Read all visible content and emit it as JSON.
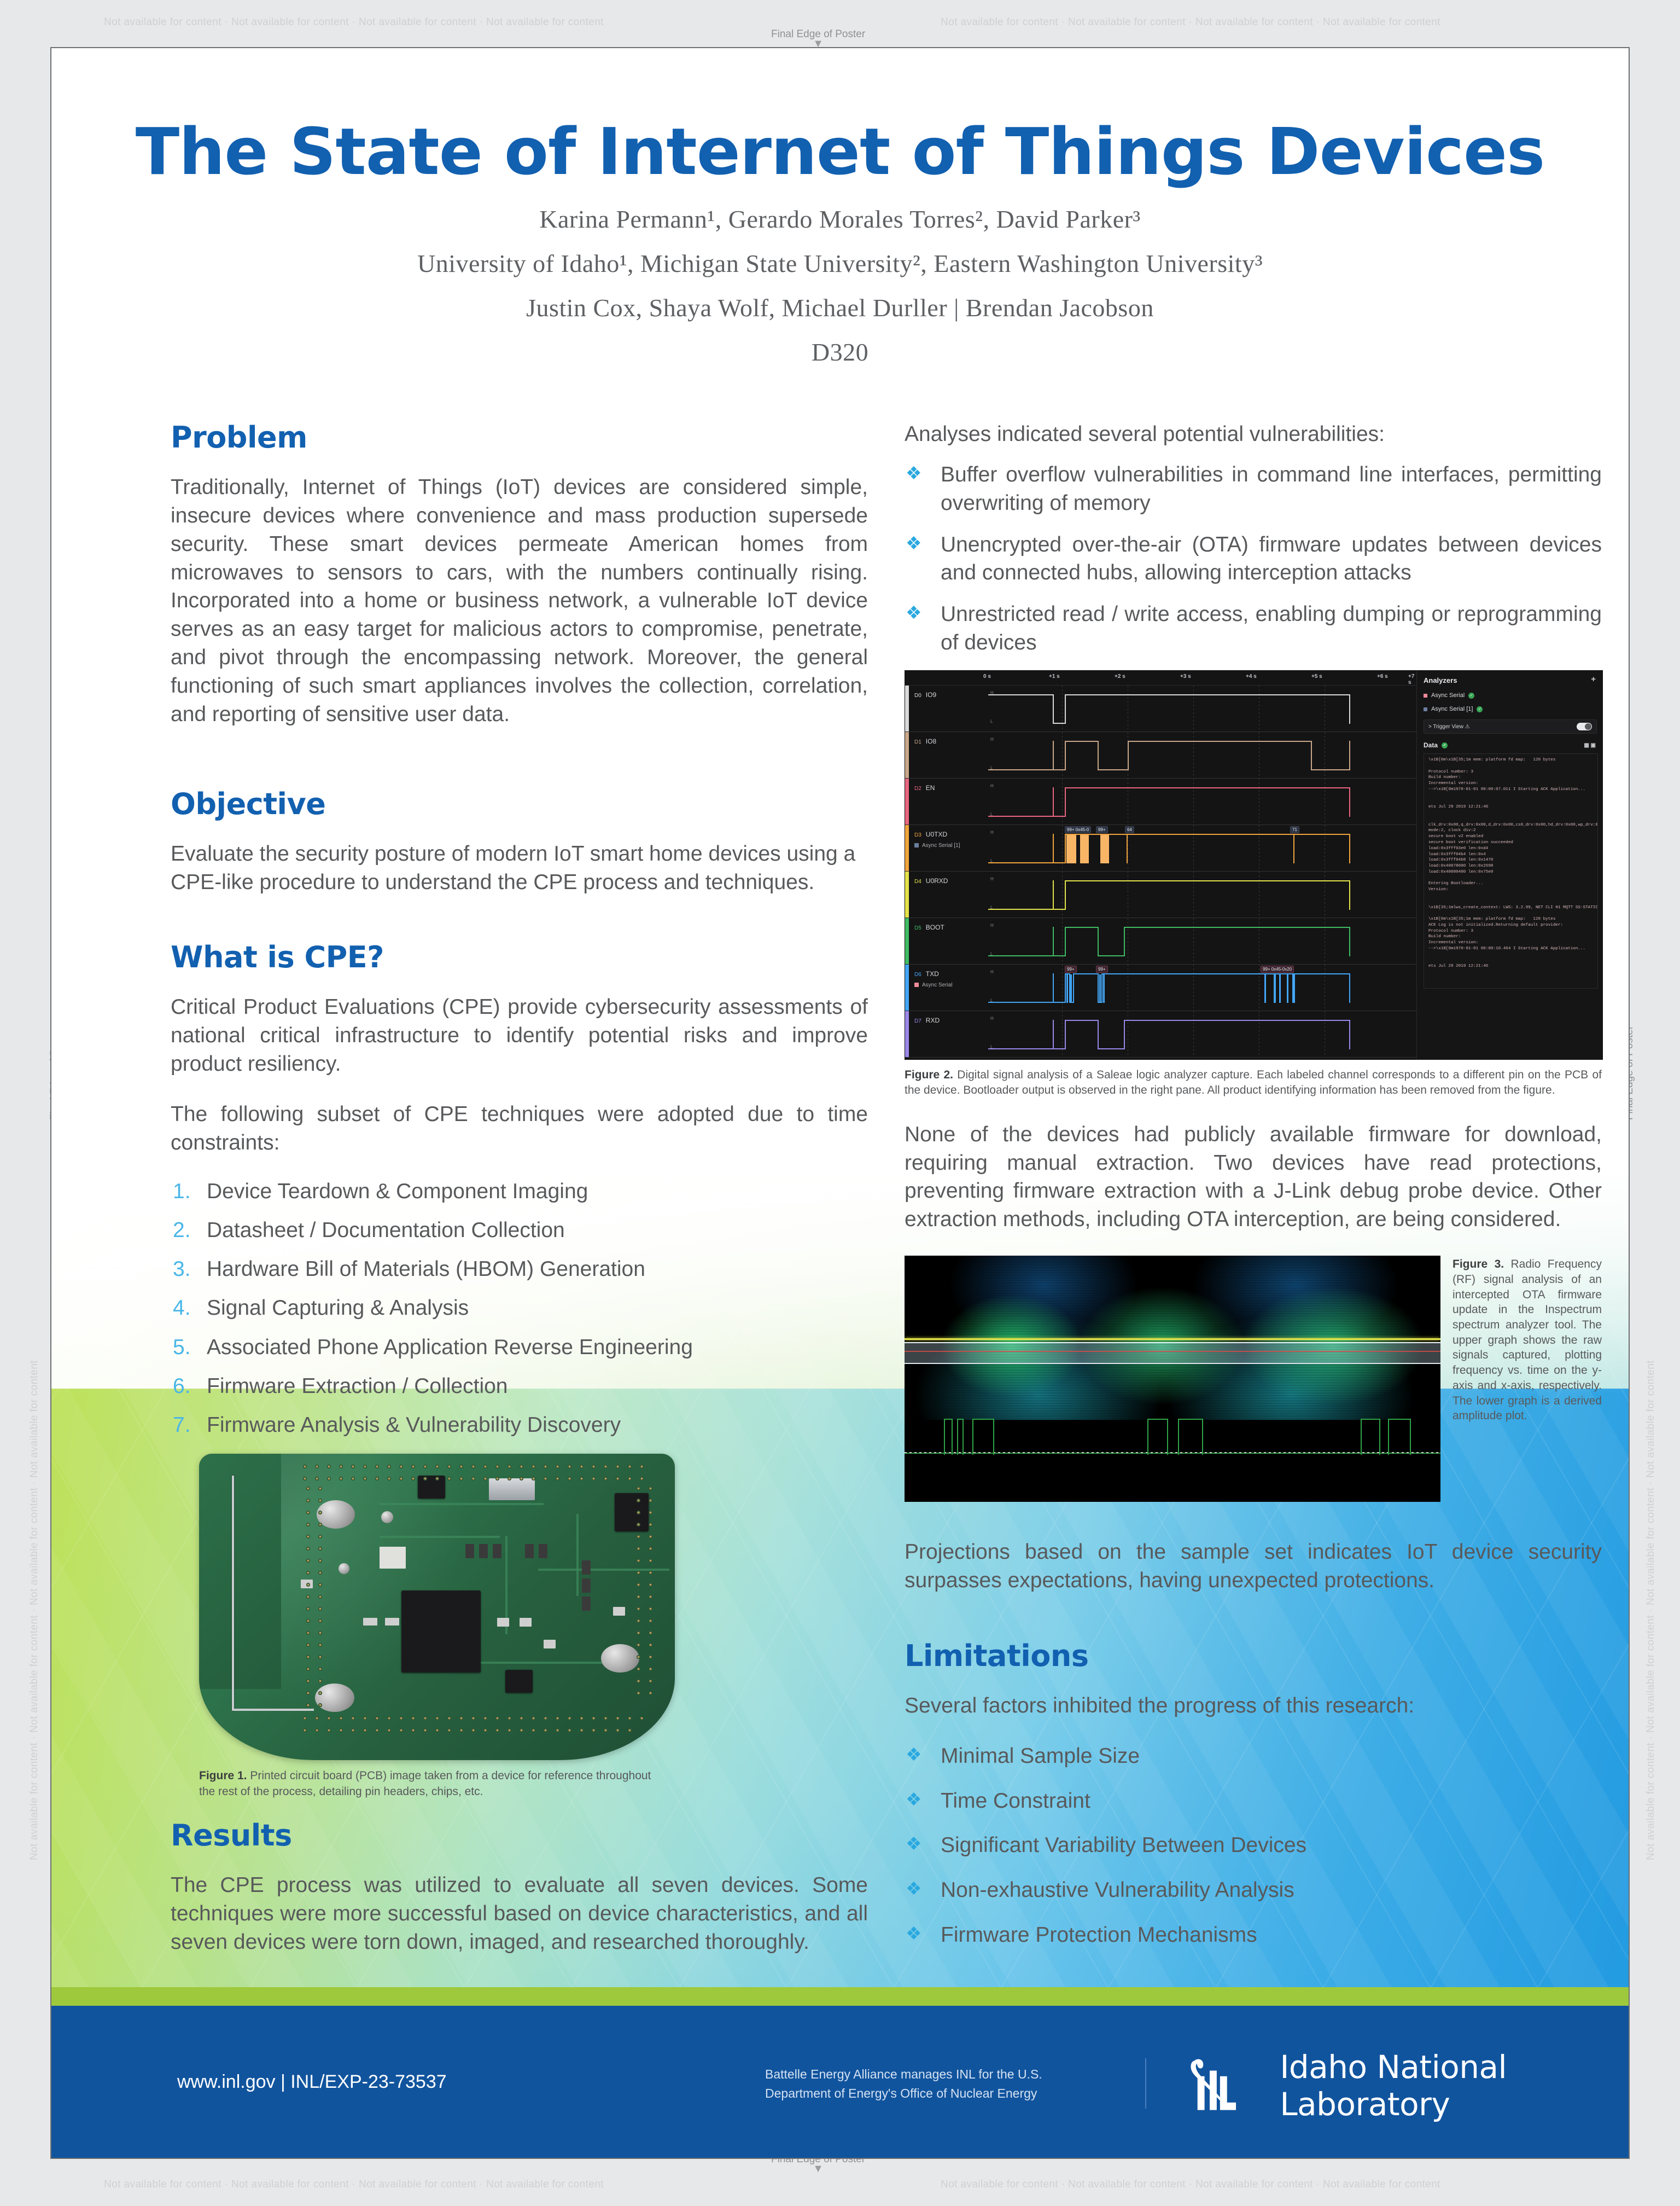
{
  "frame": {
    "watermark_text": "Not available for content  ·  Not available for content  ·  Not available for content  ·  Not available for content",
    "edge_label": "Final Edge of Poster",
    "edge_arrow": "▼"
  },
  "header": {
    "title": "The State of Internet of Things Devices",
    "authors_line": "Karina Permann¹, Gerardo Morales Torres², David Parker³",
    "affiliations_line": "University of Idaho¹, Michigan State University², Eastern Washington University³",
    "mentors_line": "Justin Cox, Shaya Wolf, Michael Durller | Brendan Jacobson",
    "board_number": "D320"
  },
  "left_column": {
    "problem": {
      "heading": "Problem",
      "body": "Traditionally, Internet of Things (IoT) devices are considered simple, insecure devices where convenience and mass production supersede security. These smart devices permeate American homes from microwaves to sensors to cars, with the numbers continually rising. Incorporated into a home or business network, a vulnerable IoT device serves as an easy target for malicious actors to compromise, penetrate, and pivot through the encompassing network. Moreover, the general functioning of such smart appliances involves the collection, correlation, and reporting of sensitive user data."
    },
    "objective": {
      "heading": "Objective",
      "body": "Evaluate the security posture of modern IoT smart home devices using a CPE-like procedure to understand the CPE process and techniques."
    },
    "what_is_cpe": {
      "heading": "What is CPE?",
      "body1": "Critical Product Evaluations (CPE) provide cybersecurity assessments of national critical infrastructure to identify potential risks and improve product resiliency.",
      "body2": "The following subset of CPE techniques were adopted due to time constraints:",
      "techniques": [
        "Device Teardown & Component Imaging",
        "Datasheet / Documentation Collection",
        "Hardware Bill of Materials (HBOM) Generation",
        "Signal Capturing & Analysis",
        "Associated Phone Application Reverse Engineering",
        "Firmware Extraction / Collection",
        "Firmware Analysis & Vulnerability Discovery"
      ]
    },
    "figure1": {
      "caption_label": "Figure 1.",
      "caption_text": " Printed circuit board (PCB) image taken from a device for reference throughout the rest of the process, detailing pin headers, chips, etc."
    },
    "results": {
      "heading": "Results",
      "body": "The CPE process was utilized to evaluate all seven devices. Some techniques were more successful based on device characteristics, and all seven devices were torn down, imaged, and researched thoroughly."
    }
  },
  "right_column": {
    "analyses_intro": "Analyses indicated several potential vulnerabilities:",
    "vulnerabilities": [
      "Buffer overflow vulnerabilities in command line interfaces, permitting overwriting of memory",
      "Unencrypted over-the-air (OTA)  firmware updates between devices and connected hubs, allowing interception attacks",
      "Unrestricted read / write access, enabling dumping or reprogramming of devices"
    ],
    "figure2": {
      "caption_label": "Figure 2.",
      "caption_text": " Digital signal analysis of a Saleae logic analyzer capture. Each labeled channel corresponds to a different pin on the PCB of the device. Bootloader output is observed in the right pane. All product identifying information has been removed from the figure.",
      "timeline_ticks": [
        "0 s",
        "+1 s",
        "+2 s",
        "+3 s",
        "+4 s",
        "+5 s",
        "+6 s",
        "+7 s"
      ],
      "channels": [
        {
          "id": "D0",
          "name": "IO9",
          "color": "#d9d9d9",
          "sub": null
        },
        {
          "id": "D1",
          "name": "IO8",
          "color": "#c9a789",
          "sub": null
        },
        {
          "id": "D2",
          "name": "EN",
          "color": "#e8657f",
          "sub": null
        },
        {
          "id": "D3",
          "name": "U0TXD",
          "color": "#f0a43c",
          "sub": "Async Serial [1]",
          "sub_color": "#6b7f9e"
        },
        {
          "id": "D4",
          "name": "U0RXD",
          "color": "#e3e34a",
          "sub": null
        },
        {
          "id": "D5",
          "name": "BOOT",
          "color": "#3fbb63",
          "sub": null
        },
        {
          "id": "D6",
          "name": "TXD",
          "color": "#42a5f5",
          "sub": "Async Serial",
          "sub_color": "#f08a9a"
        },
        {
          "id": "D7",
          "name": "RXD",
          "color": "#9b87e8",
          "sub": null
        }
      ],
      "panel": {
        "title": "Analyzers",
        "add_label": "+",
        "analyzer1": "Async Serial",
        "analyzer2": "Async Serial [1]",
        "trigger_view": "> Trigger View ⚠",
        "data_label": "Data",
        "console": "\\x1B[0m\\x1B[35;1m mem: platform fd map:   120 bytes\n\nProtocol number: 3\nBuild number:\nIncremental version:\n-->\\x1B[0m1970-01-01 00:00:07.011 I Starting ACK Application...\n\n\nets Jul 29 2019 12:21:46\n\n\nclk_drv:0x00,q_drv:0x00,d_drv:0x00,cs0_drv:0x00,hd_drv:0x00,wp_drv:0x00\nmode:2, clock div:2\nsecure boot v2 enabled\nsecure boot verification succeeded\nload:0x3fff03e0 len:0xd4\nload:0x3fff04b4 len:0x4\nload:0x3fff04b8 len:0x1470\nload:0x40078000 len:0x2698\nload:0x40080400 len:0x75e0\n\nEntering Bootloader...\nVersion:\n\n\n\\x1B[35;1mlws_create_context: LWS: 3.2.99, NET CLI H1 MQTT SS-STATIC-POL MbedTLS IPv6-absen\n\n\\x1B[0m\\x1B[35;1m mem: platform fd map:   120 bytes\nACE Log is not initialized.Returning default provider:\nProtocol number: 3\nBuild number:\nIncremental version:\n-->\\x1B[0m1970-01-01 00:00:10.464 I Starting ACK Application...\n\n\nets Jul 29 2019 12:21:46"
      },
      "data_tags": [
        {
          "text": "99+ 0x45-0",
          "channel": "U0TXD"
        },
        {
          "text": "99+",
          "channel": "U0TXD"
        },
        {
          "text": "64",
          "channel": "U0TXD"
        },
        {
          "text": "71",
          "channel": "U0TXD"
        },
        {
          "text": "99+",
          "channel": "TXD"
        },
        {
          "text": "99+",
          "channel": "TXD"
        },
        {
          "text": "99+ 0x45-0x20",
          "channel": "TXD"
        }
      ]
    },
    "firmware_paragraph": "None of the devices had publicly available firmware for download, requiring manual extraction. Two devices have read protections, preventing firmware extraction with a J-Link debug probe device. Other extraction methods, including OTA interception, are being considered.",
    "figure3": {
      "caption_label": "Figure 3.",
      "caption_text": " Radio Frequency (RF) signal analysis of an intercepted OTA firmware update in the Inspectrum spectrum analyzer tool. The upper graph shows the raw signals captured, plotting frequency vs. time on the y-axis and x-axis, respectively. The lower graph is a derived amplitude plot."
    },
    "projections_paragraph": "Projections based on the sample set indicates IoT device security surpasses expectations, having unexpected protections.",
    "limitations": {
      "heading": "Limitations",
      "intro": "Several factors inhibited the progress of this research:",
      "items": [
        "Minimal Sample Size",
        "Time Constraint",
        "Significant Variability Between Devices",
        "Non-exhaustive Vulnerability Analysis",
        "Firmware Protection Mechanisms"
      ]
    }
  },
  "footer": {
    "url_line": "www.inl.gov | INL/EXP-23-73537",
    "manages_line1": "Battelle Energy Alliance manages INL for the U.S.",
    "manages_line2": "Department of Energy's Office of Nuclear Energy",
    "lab_name": "Idaho National Laboratory"
  },
  "colors": {
    "brand_blue": "#1260b0",
    "footer_blue": "#11549e",
    "accent_green": "#9fc93c",
    "bullet_blue": "#2aa8e0",
    "list_number_blue": "#49b6e8",
    "body_gray": "#58595b"
  }
}
